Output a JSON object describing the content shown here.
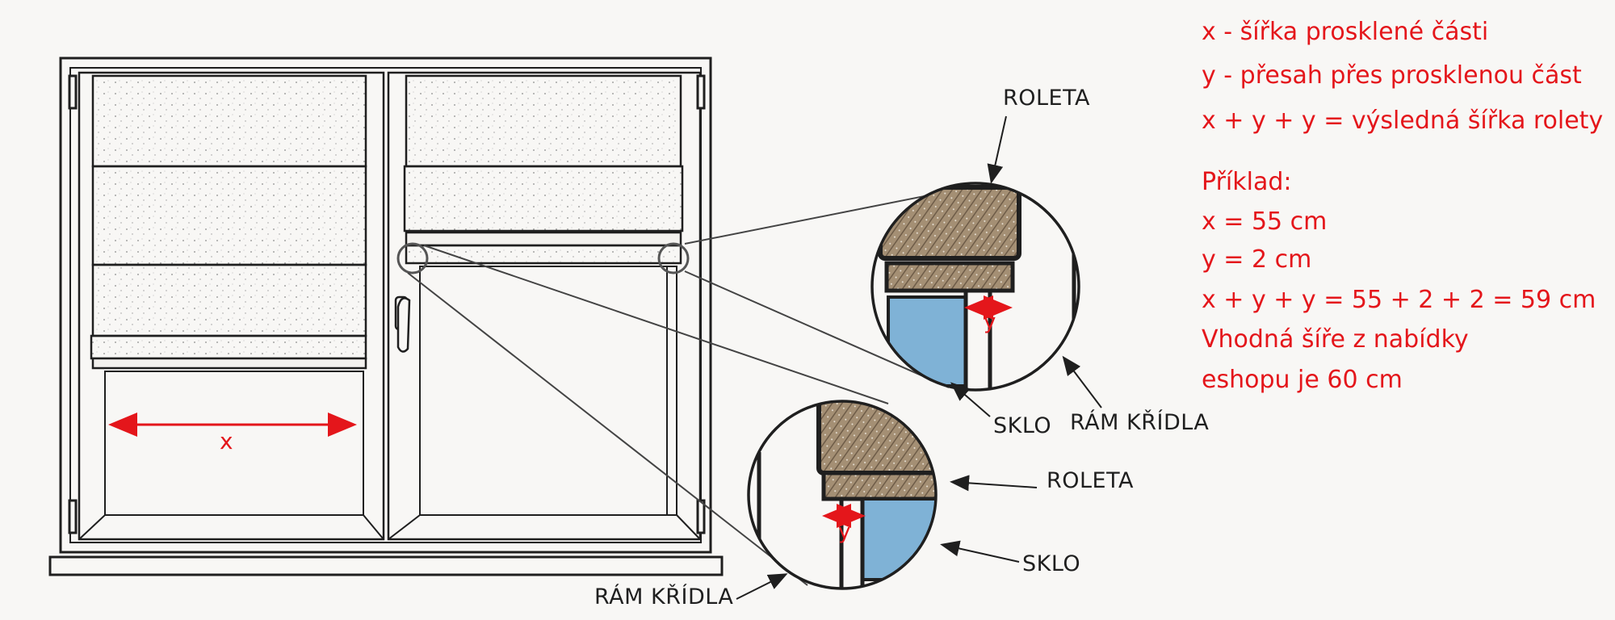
{
  "marks": {
    "x": "x",
    "y": "y"
  },
  "callouts": {
    "top": {
      "roleta": "ROLETA",
      "sklo": "SKLO",
      "ram_kridla": "RÁM KŘÍDLA"
    },
    "bottom": {
      "roleta": "ROLETA",
      "sklo": "SKLO",
      "ram_kridla": "RÁM KŘÍDLA"
    }
  },
  "legend": {
    "line1": "x - šířka prosklené části",
    "line2": "y - přesah přes prosklenou část",
    "line3": "x + y + y = výsledná šířka rolety",
    "example_title": "Příklad:",
    "ex1": "x = 55 cm",
    "ex2": "y = 2 cm",
    "ex3": "x + y + y = 55 + 2 + 2 = 59 cm",
    "ex4": "Vhodná šíře z nabídky",
    "ex5": "eshopu je 60 cm"
  },
  "colors": {
    "accent": "#e4161b",
    "ink": "#1f1f1f",
    "fabric_brown": "#9b8a72",
    "glass_blue": "#7fb2d6",
    "fabric_light": "#f3f1ee"
  }
}
